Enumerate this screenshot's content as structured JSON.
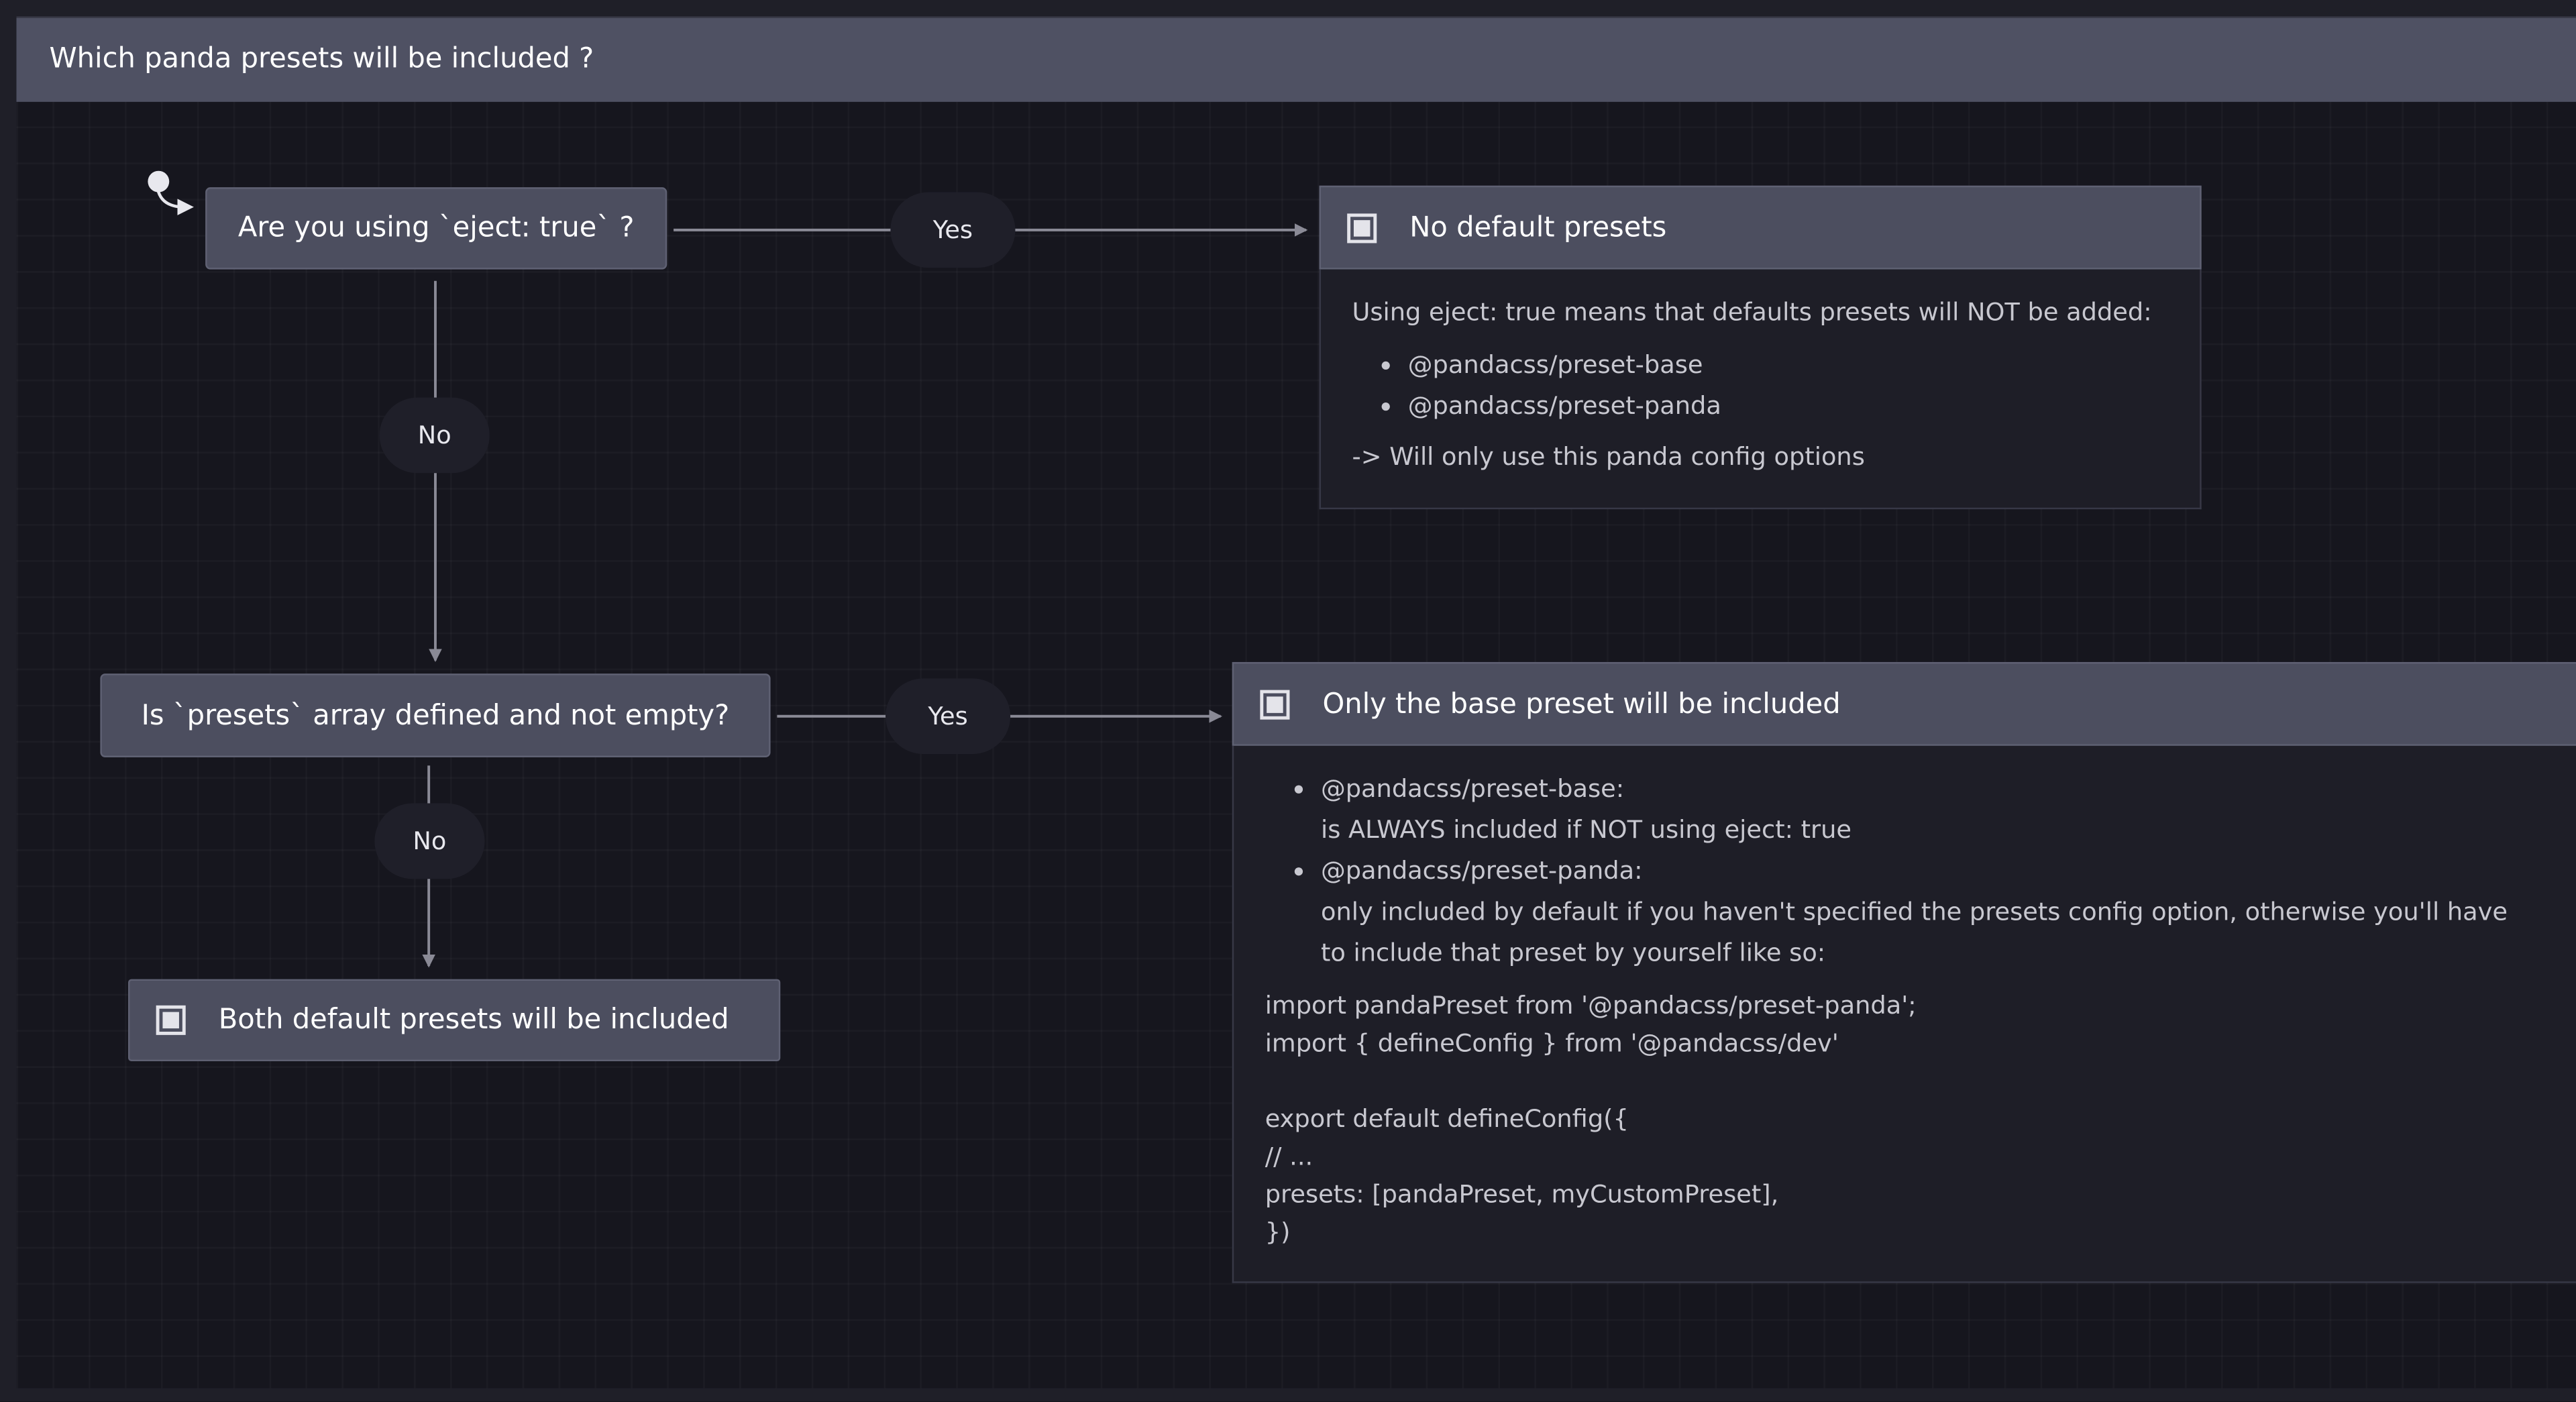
{
  "machine": {
    "title": "Which panda presets will be included ?"
  },
  "states": {
    "eject_question": {
      "label": "Are you using `eject: true` ?"
    },
    "presets_question": {
      "label": "Is `presets` array defined  and not empty?"
    },
    "no_default_presets": {
      "title": "No default presets",
      "intro": "Using eject: true means that defaults presets will NOT be added:",
      "items": [
        "@pandacss/preset-base",
        "@pandacss/preset-panda"
      ],
      "outro": "-> Will only use this panda config options"
    },
    "only_base": {
      "title": "Only the base preset will be included",
      "items": [
        {
          "name": "@pandacss/preset-base:",
          "desc": "is ALWAYS included if NOT using eject: true"
        },
        {
          "name": "@pandacss/preset-panda:",
          "desc": "only included by default if you haven't specified the presets config option, otherwise you'll have",
          "desc2": "to include that preset by yourself like so:"
        }
      ],
      "code": [
        "import pandaPreset from '@pandacss/preset-panda';",
        "import { defineConfig } from '@pandacss/dev'",
        "",
        "export default defineConfig({",
        "// ...",
        "presets: [pandaPreset, myCustomPreset],",
        "})"
      ]
    },
    "both_defaults": {
      "title": "Both default presets will be included"
    }
  },
  "transitions": {
    "eject_yes": "Yes",
    "eject_no": "No",
    "presets_yes": "Yes",
    "presets_no": "No"
  },
  "colors": {
    "canvas": "#16161e",
    "node_fill": "#4c4e5f",
    "header_fill": "#4f5163",
    "edge": "#8a8a96",
    "text": "#ffffff",
    "body_text": "#c8c8d0"
  },
  "icons": {
    "initial_marker": "initial-state-icon",
    "final_marker": "final-state-icon"
  }
}
